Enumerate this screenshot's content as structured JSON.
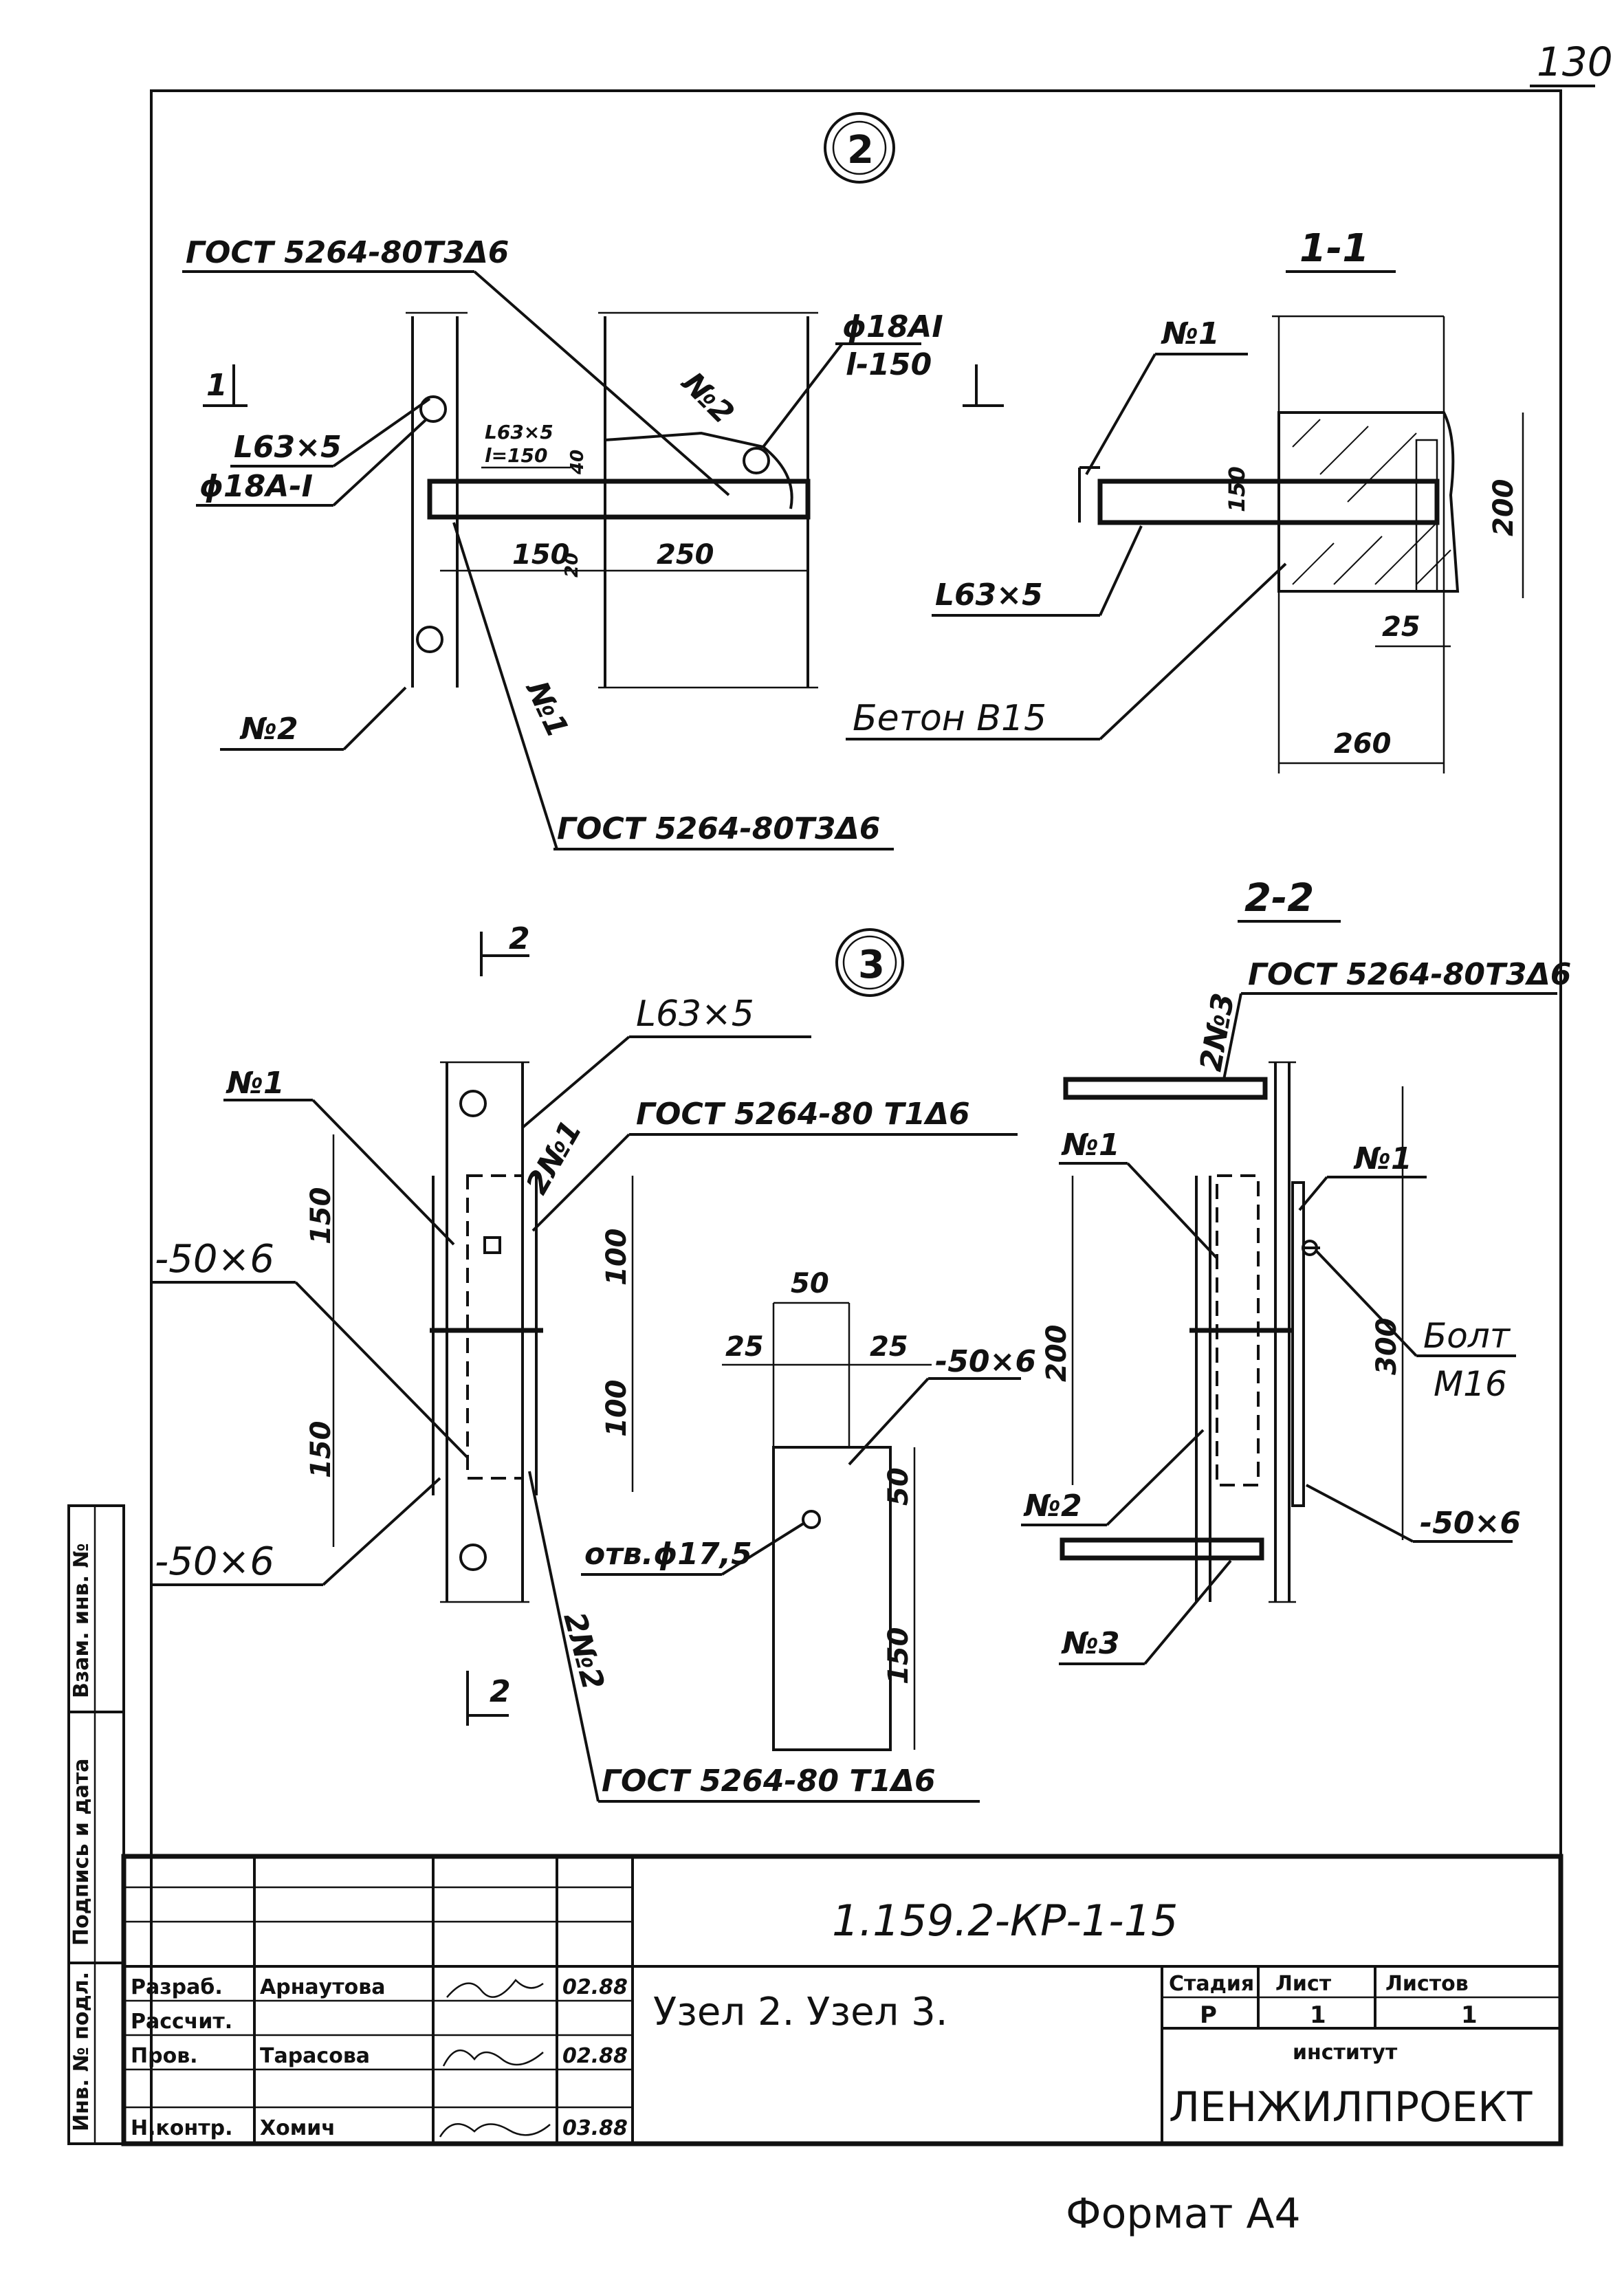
{
  "page_number": "130",
  "node2": {
    "circle": "2",
    "gost_top": "ГОСТ 5264-80Т3Δ6",
    "gost_bottom": "ГОСТ 5264-80Т3Δ6",
    "l63x5_left": "L63×5",
    "d18_left": "ϕ18А-I",
    "l63_inner": "L63×5",
    "l150_inner": "l=150",
    "d18_right": "ϕ18АI",
    "step": "l-150",
    "n2_diag": "№2",
    "n2_left": "№2",
    "n1_diag": "№1",
    "dim_150": "150",
    "dim_250": "250",
    "dim_20": "20",
    "dim_40": "40",
    "cut_mark": "1"
  },
  "section11": {
    "title": "1-1",
    "n1": "№1",
    "l63x5": "L63×5",
    "concrete": "Бетон В15",
    "dim_150": "150",
    "dim_200": "200",
    "dim_25": "25",
    "dim_260": "260"
  },
  "node3": {
    "circle": "3",
    "cut_mark": "2",
    "l63x5": "L63×5",
    "n1": "№1",
    "n1_2": "2№1",
    "gost_right": "ГОСТ 5264-80 Т1Δ6",
    "gost_bottom": "ГОСТ 5264-80 Т1Δ6",
    "plate_top": "-50×6",
    "plate_bottom": "-50×6",
    "n2_2": "2№2",
    "dim_150a": "150",
    "dim_150b": "150",
    "dim_100a": "100",
    "dim_100b": "100"
  },
  "plate": {
    "dim_50": "50",
    "dim_25a": "25",
    "dim_25b": "25",
    "label": "-50×6",
    "hole": "отв.ϕ17,5",
    "dim_50v": "50",
    "dim_150v": "150"
  },
  "section22": {
    "title": "2-2",
    "gost": "ГОСТ 5264-80Т3Δ6",
    "n3_2": "2№3",
    "n1_left": "№1",
    "n1_right": "№1",
    "dim_200": "200",
    "dim_300": "300",
    "bolt": "Болт",
    "bolt_size": "М16",
    "n2": "№2",
    "plate": "-50×6",
    "n3": "№3"
  },
  "side_stamp": {
    "col1": "Взам. инв. №",
    "col2": "Подпись и дата",
    "col3": "Инв. № подл."
  },
  "title_block": {
    "doc_code": "1.159.2-КР-1-15",
    "sheet_title": "Узел 2. Узел 3.",
    "rows": [
      {
        "role": "Разраб.",
        "name": "Арнаутова",
        "date": "02.88"
      },
      {
        "role": "Рассчит.",
        "name": "",
        "date": ""
      },
      {
        "role": "Пров.",
        "name": "Тарасова",
        "date": "02.88"
      },
      {
        "role": "",
        "name": "",
        "date": ""
      },
      {
        "role": "Н.контр.",
        "name": "Хомич",
        "date": "03.88"
      }
    ],
    "stage_header": "Стадия",
    "sheet_header": "Лист",
    "sheets_header": "Листов",
    "stage": "Р",
    "sheet": "1",
    "sheets": "1",
    "institute_label": "институт",
    "institute": "ЛЕНЖИЛПРОЕКТ"
  },
  "format": "Формат А4"
}
